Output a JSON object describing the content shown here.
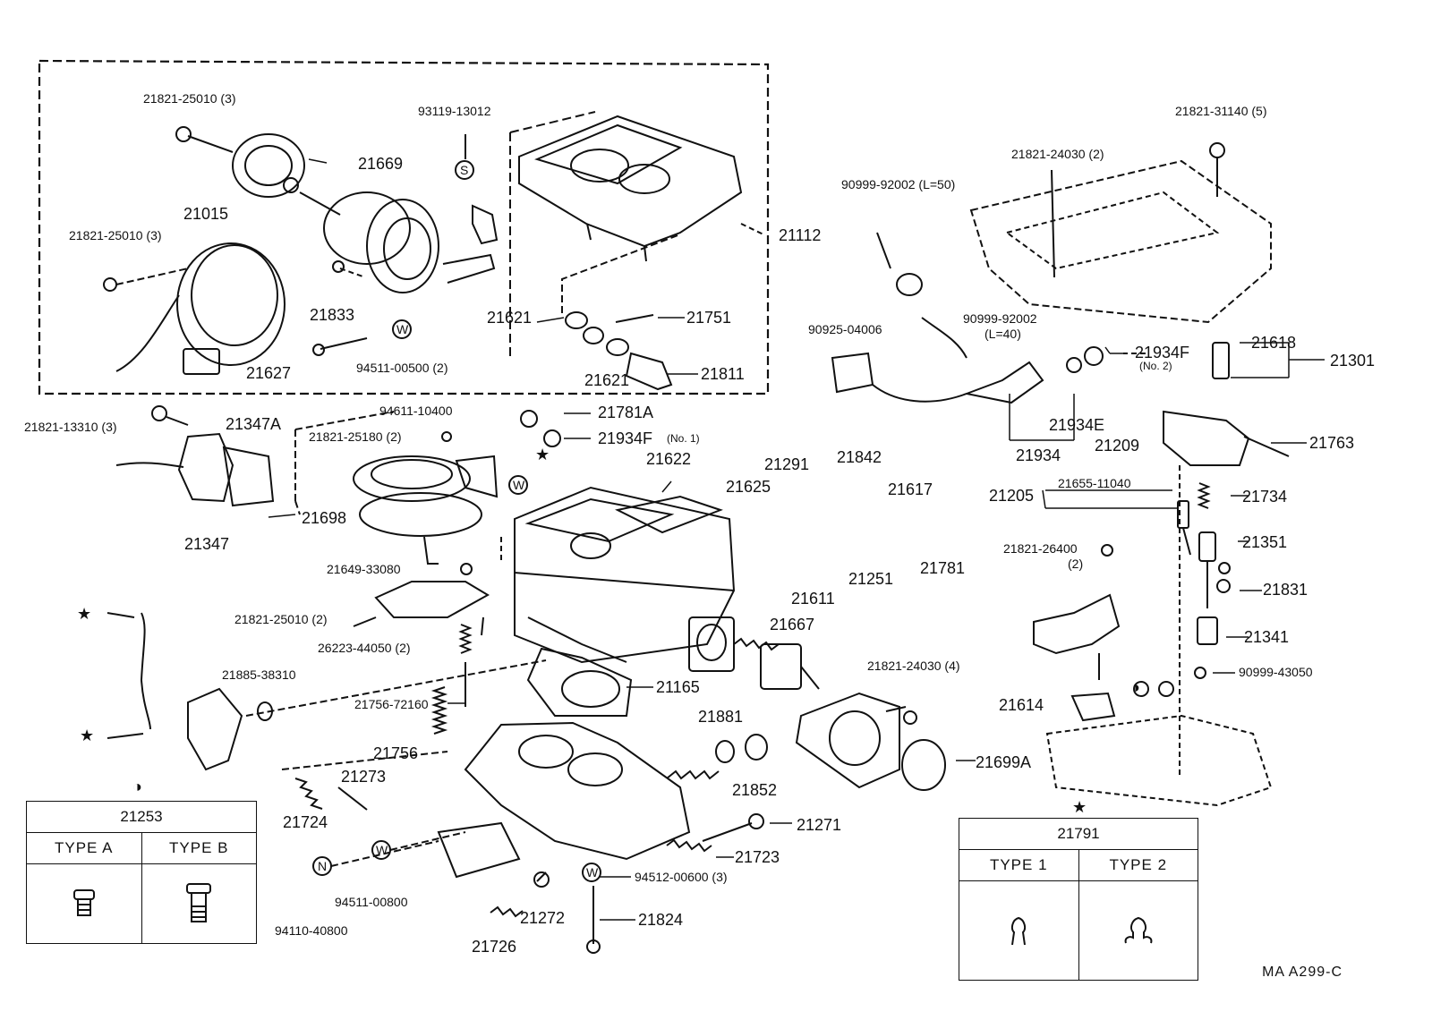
{
  "labels": [
    {
      "id": "p21821_25010_a",
      "text": "21821-25010 (3)"
    },
    {
      "id": "p21669",
      "text": "21669"
    },
    {
      "id": "p21015",
      "text": "21015"
    },
    {
      "id": "p21821_25010_b",
      "text": "21821-25010 (3)"
    },
    {
      "id": "p93119",
      "text": "93119-13012"
    },
    {
      "id": "p21112",
      "text": "21112"
    },
    {
      "id": "p21833",
      "text": "21833"
    },
    {
      "id": "p21627",
      "text": "21627"
    },
    {
      "id": "p94511_00500",
      "text": "94511-00500 (2)"
    },
    {
      "id": "p21621_a",
      "text": "21621"
    },
    {
      "id": "p21751",
      "text": "21751"
    },
    {
      "id": "p21621_b",
      "text": "21621"
    },
    {
      "id": "p21811",
      "text": "21811"
    },
    {
      "id": "p21821_31140",
      "text": "21821-31140 (5)"
    },
    {
      "id": "p21821_24030_a",
      "text": "21821-24030 (2)"
    },
    {
      "id": "p90999_92002_a",
      "text": "90999-92002 (L=50)"
    },
    {
      "id": "p90925",
      "text": "90925-04006"
    },
    {
      "id": "p90999_92002_b",
      "text": "90999-92002"
    },
    {
      "id": "p_l40",
      "text": "(L=40)"
    },
    {
      "id": "p21934f2",
      "text": "21934F"
    },
    {
      "id": "p_no2",
      "text": "(No. 2)"
    },
    {
      "id": "p21618",
      "text": "21618"
    },
    {
      "id": "p21301",
      "text": "21301"
    },
    {
      "id": "p21934e",
      "text": "21934E"
    },
    {
      "id": "p21934",
      "text": "21934"
    },
    {
      "id": "p21209",
      "text": "21209"
    },
    {
      "id": "p21763",
      "text": "21763"
    },
    {
      "id": "p21821_13310",
      "text": "21821-13310 (3)"
    },
    {
      "id": "p21347a",
      "text": "21347A"
    },
    {
      "id": "p94611",
      "text": "94611-10400"
    },
    {
      "id": "p21781a",
      "text": "21781A"
    },
    {
      "id": "p21821_25180",
      "text": "21821-25180 (2)"
    },
    {
      "id": "p21934f1",
      "text": "21934F"
    },
    {
      "id": "p_no1",
      "text": "(No. 1)"
    },
    {
      "id": "p21622",
      "text": "21622"
    },
    {
      "id": "p21698",
      "text": "21698"
    },
    {
      "id": "p21347",
      "text": "21347"
    },
    {
      "id": "p21625",
      "text": "21625"
    },
    {
      "id": "p21291",
      "text": "21291"
    },
    {
      "id": "p21842",
      "text": "21842"
    },
    {
      "id": "p21617",
      "text": "21617"
    },
    {
      "id": "p21205",
      "text": "21205"
    },
    {
      "id": "p21655",
      "text": "21655-11040"
    },
    {
      "id": "p21734",
      "text": "21734"
    },
    {
      "id": "p21649",
      "text": "21649-33080"
    },
    {
      "id": "p21251",
      "text": "21251"
    },
    {
      "id": "p21781",
      "text": "21781"
    },
    {
      "id": "p21611",
      "text": "21611"
    },
    {
      "id": "p21821_26400",
      "text": "21821-26400"
    },
    {
      "id": "p_2a",
      "text": "(2)"
    },
    {
      "id": "p21351",
      "text": "21351"
    },
    {
      "id": "p21831",
      "text": "21831"
    },
    {
      "id": "p21821_25010_c",
      "text": "21821-25010 (2)"
    },
    {
      "id": "p26223",
      "text": "26223-44050 (2)"
    },
    {
      "id": "p21667",
      "text": "21667"
    },
    {
      "id": "p21341",
      "text": "21341"
    },
    {
      "id": "p21885",
      "text": "21885-38310"
    },
    {
      "id": "p21821_24030_b",
      "text": "21821-24030 (4)"
    },
    {
      "id": "p90999_43050",
      "text": "90999-43050"
    },
    {
      "id": "p21756_72160",
      "text": "21756-72160"
    },
    {
      "id": "p21165",
      "text": "21165"
    },
    {
      "id": "p21614",
      "text": "21614"
    },
    {
      "id": "p21756",
      "text": "21756"
    },
    {
      "id": "p21881",
      "text": "21881"
    },
    {
      "id": "p21699a",
      "text": "21699A"
    },
    {
      "id": "p21273",
      "text": "21273"
    },
    {
      "id": "p21852",
      "text": "21852"
    },
    {
      "id": "p21724",
      "text": "21724"
    },
    {
      "id": "p21271",
      "text": "21271"
    },
    {
      "id": "p21723",
      "text": "21723"
    },
    {
      "id": "p94512",
      "text": "94512-00600 (3)"
    },
    {
      "id": "p94511_00800",
      "text": "94511-00800"
    },
    {
      "id": "p21272",
      "text": "21272"
    },
    {
      "id": "p21824",
      "text": "21824"
    },
    {
      "id": "p94110",
      "text": "94110-40800"
    },
    {
      "id": "p21726",
      "text": "21726"
    }
  ],
  "symbols": {
    "S": "S",
    "W": "W",
    "N": "N",
    "star": "★",
    "half": "◑"
  },
  "table_21253": {
    "title": "21253",
    "col_a": "TYPE A",
    "col_b": "TYPE B"
  },
  "table_21791": {
    "title": "21791",
    "col_a": "TYPE 1",
    "col_b": "TYPE 2"
  },
  "figure_code": "MA  A299-C"
}
